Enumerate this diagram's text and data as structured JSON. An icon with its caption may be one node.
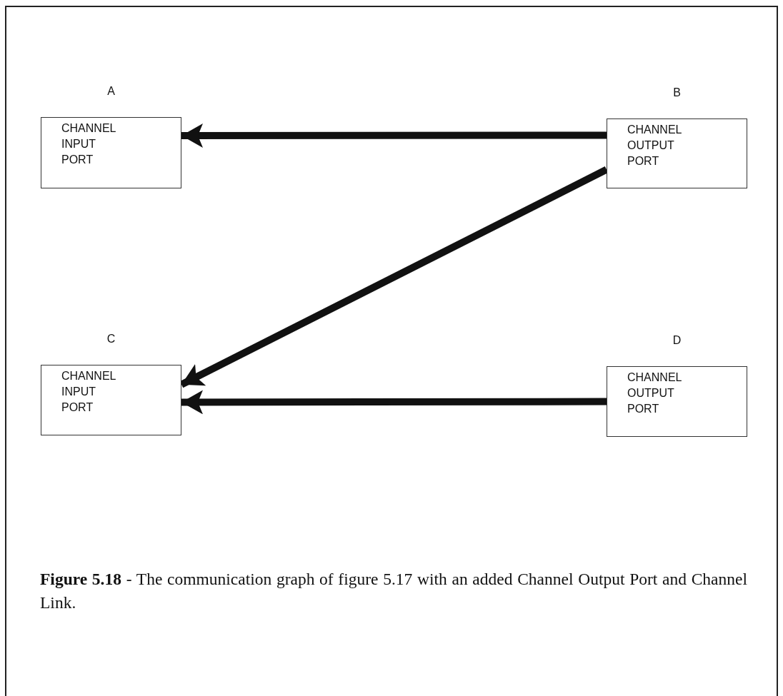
{
  "diagram": {
    "nodes": [
      {
        "text": [
          "A",
          "CHANNEL INPUT PORT"
        ]
      },
      {
        "text": [
          "B",
          "CHANNEL OUTPUT PORT"
        ]
      },
      {
        "text": [
          "C",
          "CHANNEL INPUT PORT"
        ]
      },
      {
        "text": [
          "D",
          "CHANNEL OUTPUT PORT"
        ]
      }
    ],
    "edges": [
      {
        "from": 1,
        "to": 0,
        "arrow": "to"
      },
      {
        "from": 1,
        "to": 2,
        "arrow": "to"
      },
      {
        "from": 3,
        "to": 2,
        "arrow": "to"
      }
    ],
    "caption": "**Figure 5.18** - The communication graph of figure 5.17 with an added Channel Output Port and Channel Link."
  }
}
